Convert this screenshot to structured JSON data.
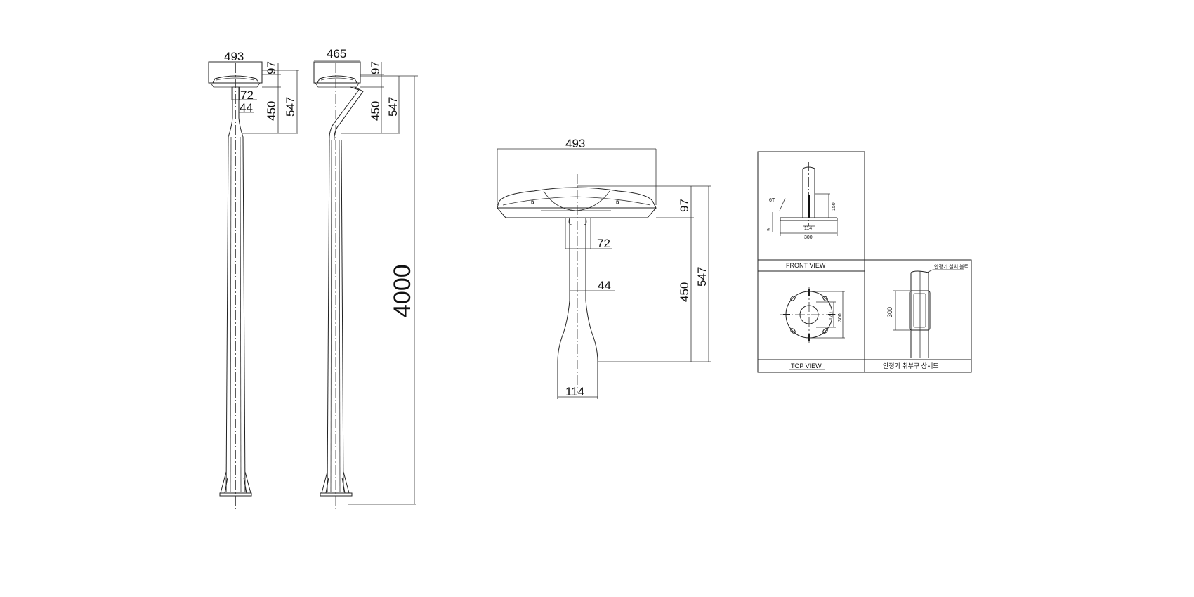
{
  "drawing": {
    "pole_front": {
      "head_width": "493",
      "head_height": "97",
      "arm_height": "450",
      "total_head_height": "547",
      "neck_outer": "72",
      "neck_inner": "44"
    },
    "pole_side": {
      "head_width": "465",
      "head_height": "97",
      "arm_height": "450",
      "total_head_height": "547",
      "pole_height": "4000"
    },
    "luminaire_detail": {
      "head_width": "493",
      "head_height": "97",
      "neck_height": "450",
      "total_height": "547",
      "neck_outer": "72",
      "neck_inner": "44",
      "base_width": "114"
    },
    "base_detail": {
      "front_view_label": "FRONT VIEW",
      "top_view_label": "TOP VIEW",
      "ballast_label": "안정기 취부구 상세도",
      "plate_thickness": "6T",
      "rib_height": "150",
      "plate_offset": "9",
      "pipe_dia": "114",
      "plate_width": "300",
      "bolt_pcd": "170",
      "plate_size": "300",
      "opening_height": "300",
      "ballast_note": "안정기 설치 볼트"
    }
  }
}
